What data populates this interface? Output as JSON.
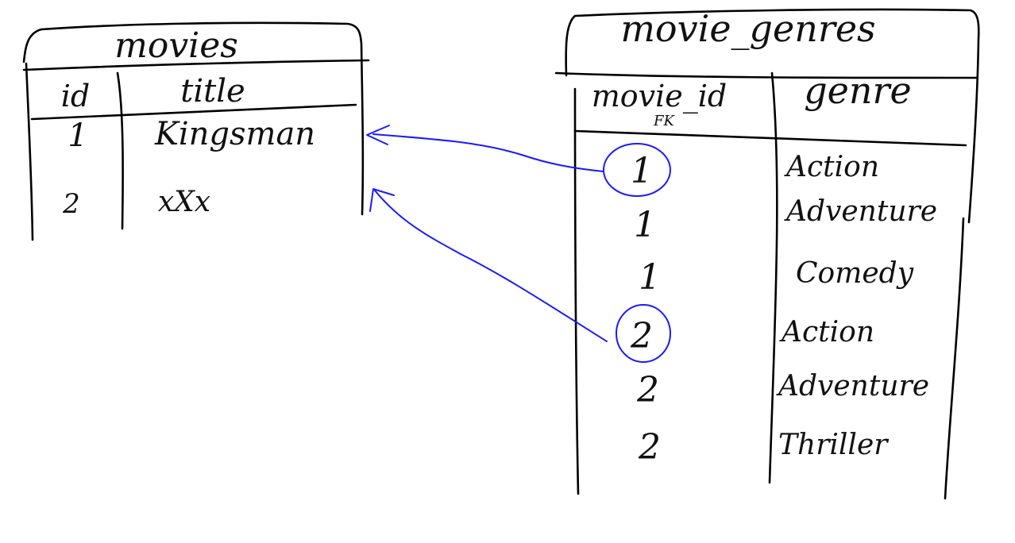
{
  "colors": {
    "ink": "#000000",
    "relation": "#1a1aff",
    "background": "#ffffff"
  },
  "movies_table": {
    "title": "movies",
    "columns": [
      "id",
      "title"
    ],
    "rows": [
      {
        "id": "1",
        "title": "Kingsman"
      },
      {
        "id": "2",
        "title": "xXx"
      }
    ]
  },
  "movie_genres_table": {
    "title": "movie_genres",
    "columns": [
      "movie_id",
      "genre"
    ],
    "fk_label": "FK",
    "rows": [
      {
        "movie_id": "1",
        "genre": "Action"
      },
      {
        "movie_id": "1",
        "genre": "Adventure"
      },
      {
        "movie_id": "1",
        "genre": "Comedy"
      },
      {
        "movie_id": "2",
        "genre": "Action"
      },
      {
        "movie_id": "2",
        "genre": "Adventure"
      },
      {
        "movie_id": "2",
        "genre": "Thriller"
      }
    ]
  }
}
